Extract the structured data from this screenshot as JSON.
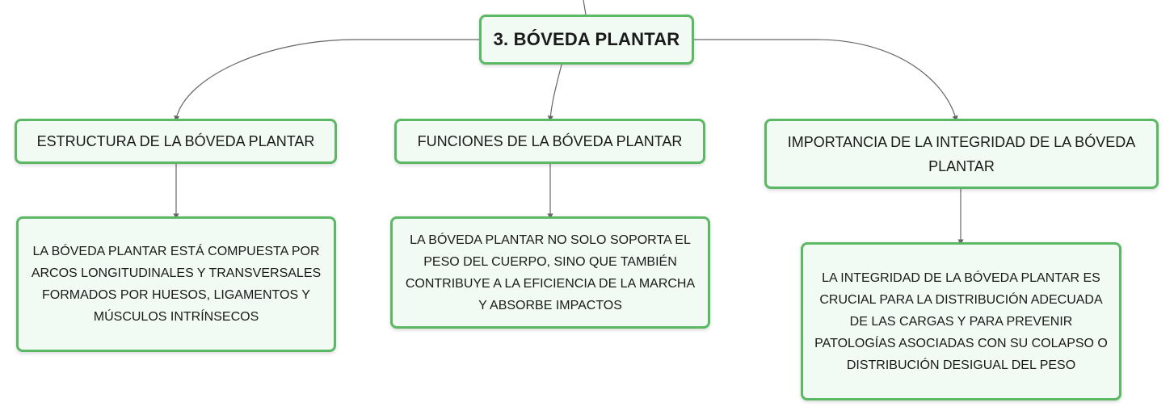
{
  "diagram": {
    "root": {
      "label": "3. BÓVEDA PLANTAR"
    },
    "branches": [
      {
        "label": "ESTRUCTURA DE LA BÓVEDA PLANTAR",
        "detail": "LA BÓVEDA PLANTAR ESTÁ COMPUESTA POR ARCOS LONGITUDINALES Y TRANSVERSALES FORMADOS POR HUESOS, LIGAMENTOS Y MÚSCULOS INTRÍNSECOS"
      },
      {
        "label": "FUNCIONES DE LA BÓVEDA PLANTAR",
        "detail": "LA BÓVEDA PLANTAR NO SOLO SOPORTA EL PESO DEL CUERPO, SINO QUE TAMBIÉN CONTRIBUYE A LA EFICIENCIA DE LA MARCHA Y ABSORBE IMPACTOS"
      },
      {
        "label": "IMPORTANCIA DE LA INTEGRIDAD DE LA BÓVEDA PLANTAR",
        "detail": "LA INTEGRIDAD DE LA BÓVEDA PLANTAR ES CRUCIAL PARA LA DISTRIBUCIÓN ADECUADA DE LAS CARGAS Y PARA PREVENIR PATOLOGÍAS ASOCIADAS CON SU COLAPSO O DISTRIBUCIÓN DESIGUAL DEL PESO"
      }
    ],
    "colors": {
      "node_border": "#5bb865",
      "node_fill": "#f1faf3",
      "connector": "#666666",
      "text": "#1a1a1a"
    }
  }
}
